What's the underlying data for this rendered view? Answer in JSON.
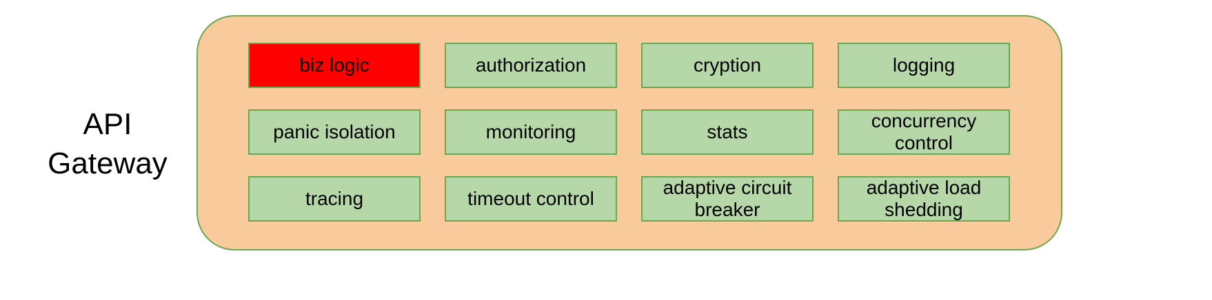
{
  "diagram": {
    "label": "API Gateway",
    "boxes": [
      {
        "label": "biz logic",
        "highlight": true
      },
      {
        "label": "authorization",
        "highlight": false
      },
      {
        "label": "cryption",
        "highlight": false
      },
      {
        "label": "logging",
        "highlight": false
      },
      {
        "label": "panic isolation",
        "highlight": false
      },
      {
        "label": "monitoring",
        "highlight": false
      },
      {
        "label": "stats",
        "highlight": false
      },
      {
        "label": "concurrency control",
        "highlight": false
      },
      {
        "label": "tracing",
        "highlight": false
      },
      {
        "label": "timeout control",
        "highlight": false
      },
      {
        "label": "adaptive circuit breaker",
        "highlight": false
      },
      {
        "label": "adaptive load shedding",
        "highlight": false
      }
    ],
    "colors": {
      "container_fill": "#f9cb9c",
      "border": "#6aa84f",
      "box_fill": "#b6d7a8",
      "highlight_fill": "#ff0000",
      "text": "#000000"
    }
  }
}
